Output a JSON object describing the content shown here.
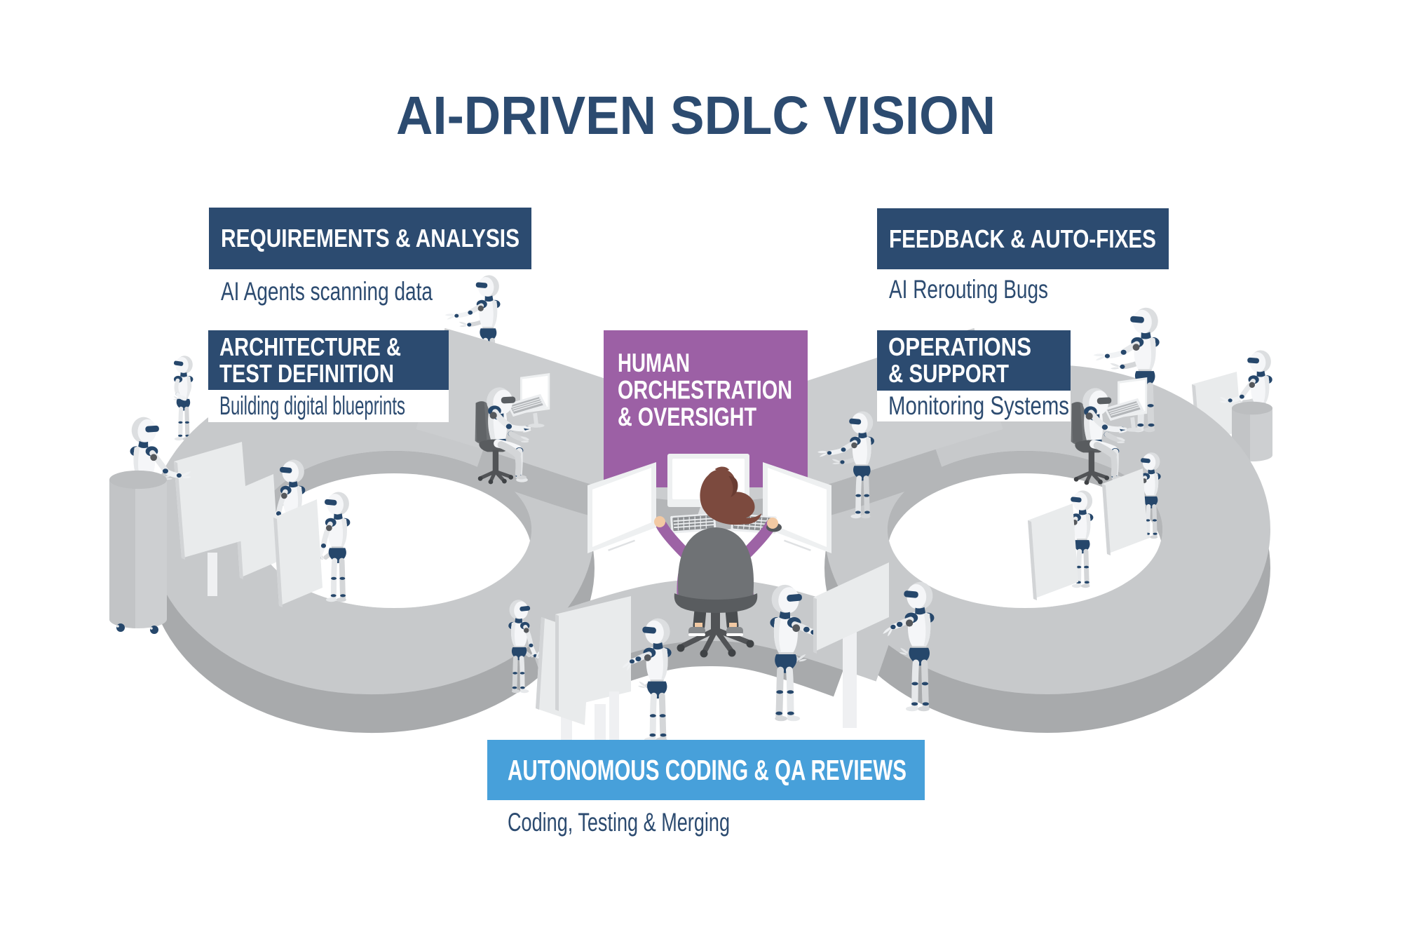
{
  "title": "AI-DRIVEN SDLC VISION",
  "colors": {
    "navy": "#2c4b70",
    "purple": "#9c60a5",
    "blue": "#47a0da",
    "loop_gray": "#c7c9cb",
    "background": "#ffffff",
    "text": "#2c4b70"
  },
  "stages": [
    {
      "id": "requirements",
      "label": "REQUIREMENTS & ANALYSIS",
      "sublabel": "AI Agents scanning data",
      "color": "#2c4b70"
    },
    {
      "id": "architecture",
      "label_lines": [
        "ARCHITECTURE &",
        "TEST DEFINITION"
      ],
      "sublabel": "Building digital blueprints",
      "color": "#2c4b70"
    },
    {
      "id": "human-orchestration",
      "label_lines": [
        "HUMAN",
        "ORCHESTRATION",
        "& OVERSIGHT"
      ],
      "color": "#9c60a5"
    },
    {
      "id": "feedback",
      "label": "FEEDBACK & AUTO-FIXES",
      "sublabel": "AI Rerouting Bugs",
      "color": "#2c4b70"
    },
    {
      "id": "operations",
      "label_lines": [
        "OPERATIONS",
        "& SUPPORT"
      ],
      "sublabel": "Monitoring Systems",
      "color": "#2c4b70"
    },
    {
      "id": "autonomous-coding",
      "label": "AUTONOMOUS CODING & QA REVIEWS",
      "sublabel": "Coding, Testing & Merging",
      "color": "#47a0da"
    }
  ],
  "illustration": {
    "icons": [
      "infinity-loop",
      "robot",
      "whiteboard-panel",
      "workstation-monitor",
      "keyboard",
      "office-chair",
      "human-operator",
      "podium"
    ]
  }
}
